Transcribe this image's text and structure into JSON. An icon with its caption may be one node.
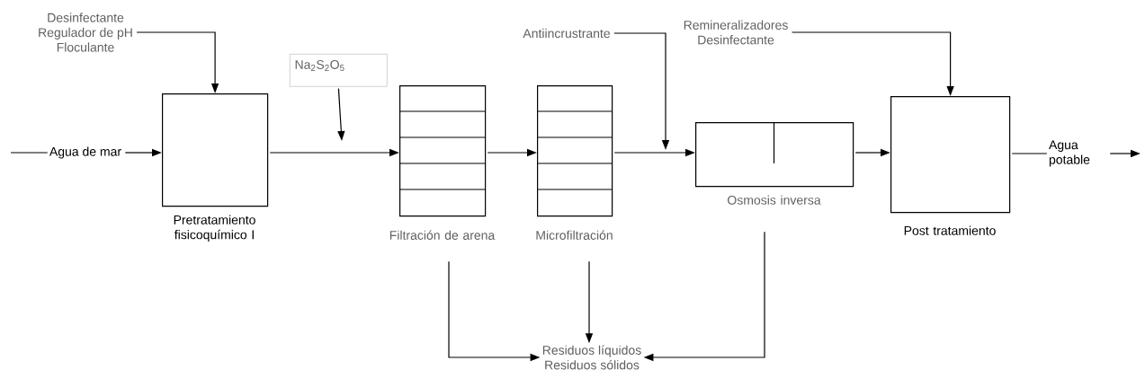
{
  "diagram": {
    "nodes": [
      {
        "text": [
          "Desinfectante",
          "Regulador de pH",
          "Floculante"
        ]
      },
      {
        "text": [
          "Agua de mar"
        ]
      },
      {
        "text": [
          "Pretratamiento fisicoquímico I"
        ]
      },
      {
        "text": [
          "Na$_{2}$S$_{2}$O$_{5}$"
        ]
      },
      {
        "text": [
          "Filtración de arena"
        ]
      },
      {
        "text": [
          "Microfiltración"
        ]
      },
      {
        "text": [
          "Antiincrustrante"
        ]
      },
      {
        "text": [
          "Osmosis inversa"
        ]
      },
      {
        "text": [
          "Remineralizadores",
          "Desinfectante"
        ]
      },
      {
        "text": [
          "Post tratamiento"
        ]
      },
      {
        "text": [
          "Agua potable"
        ]
      },
      {
        "text": [
          "Residuos líquidos",
          "Residuos sólidos"
        ]
      }
    ],
    "edges": [
      {
        "from": 0,
        "to": 2,
        "arrow": "to"
      },
      {
        "from": null,
        "to": 1,
        "arrow": "none"
      },
      {
        "from": 1,
        "to": 2,
        "arrow": "to"
      },
      {
        "from": 2,
        "to": 4,
        "arrow": "to"
      },
      {
        "from": 3,
        "to": null,
        "arrow": "to"
      },
      {
        "from": 4,
        "to": 5,
        "arrow": "to"
      },
      {
        "from": 5,
        "to": 7,
        "arrow": "to"
      },
      {
        "from": 6,
        "to": null,
        "arrow": "to"
      },
      {
        "from": 7,
        "to": 9,
        "arrow": "to"
      },
      {
        "from": 8,
        "to": 9,
        "arrow": "to"
      },
      {
        "from": 9,
        "to": 10,
        "arrow": "none"
      },
      {
        "from": 10,
        "to": null,
        "arrow": "to"
      },
      {
        "from": 4,
        "to": 11,
        "arrow": "to"
      },
      {
        "from": 5,
        "to": 11,
        "arrow": "to"
      },
      {
        "from": 7,
        "to": 11,
        "arrow": "to"
      }
    ]
  }
}
